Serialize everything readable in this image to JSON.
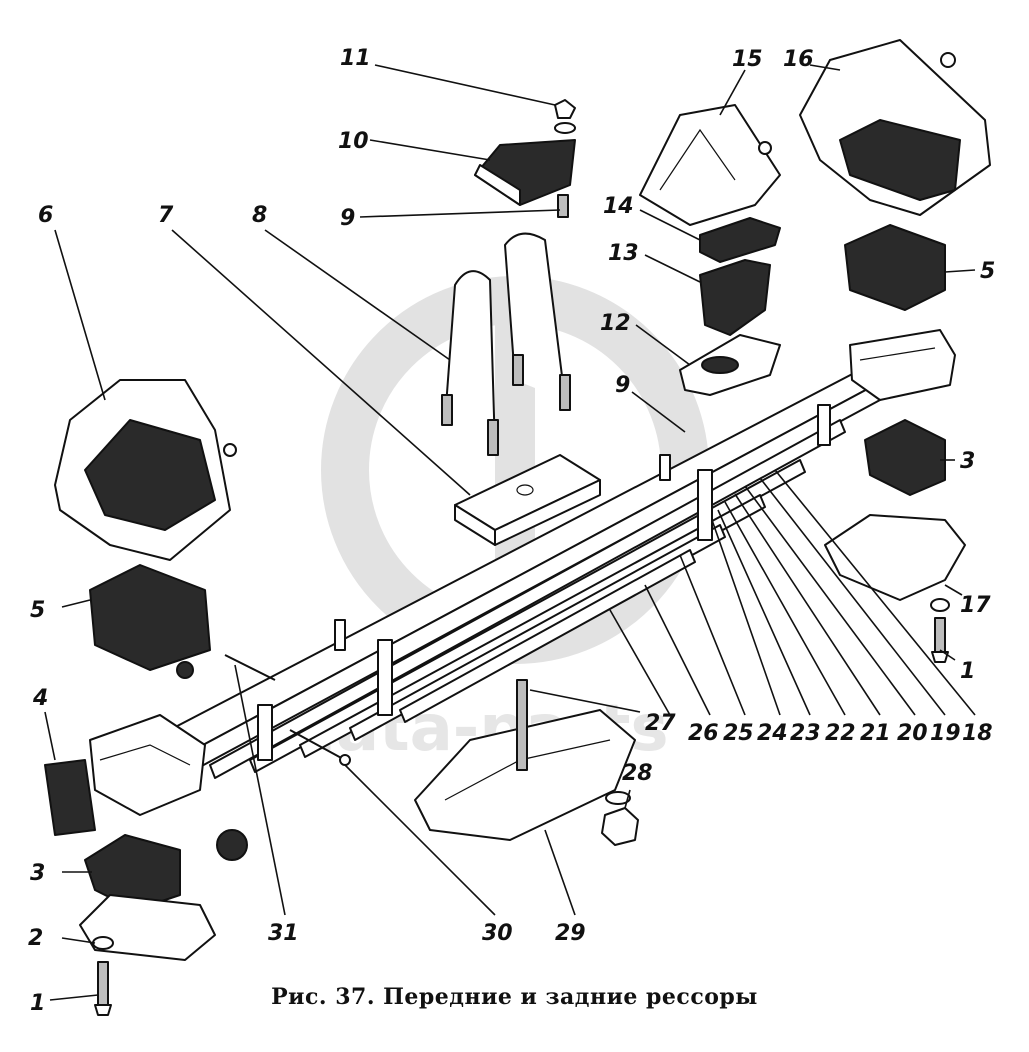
{
  "caption": "Рис. 37. Передние и задние рессоры",
  "watermark": "data-parts",
  "callouts": {
    "c1a": "1",
    "c1b": "1",
    "c2": "2",
    "c3a": "3",
    "c3b": "3",
    "c4": "4",
    "c5a": "5",
    "c5b": "5",
    "c6": "6",
    "c7": "7",
    "c8": "8",
    "c9a": "9",
    "c9b": "9",
    "c10": "10",
    "c11": "11",
    "c12": "12",
    "c13": "13",
    "c14": "14",
    "c15": "15",
    "c16": "16",
    "c17": "17",
    "c18": "18",
    "c19": "19",
    "c20": "20",
    "c21": "21",
    "c22": "22",
    "c23": "23",
    "c24": "24",
    "c25": "25",
    "c26": "26",
    "c27": "27",
    "c28": "28",
    "c29": "29",
    "c30": "30",
    "c31": "31"
  }
}
